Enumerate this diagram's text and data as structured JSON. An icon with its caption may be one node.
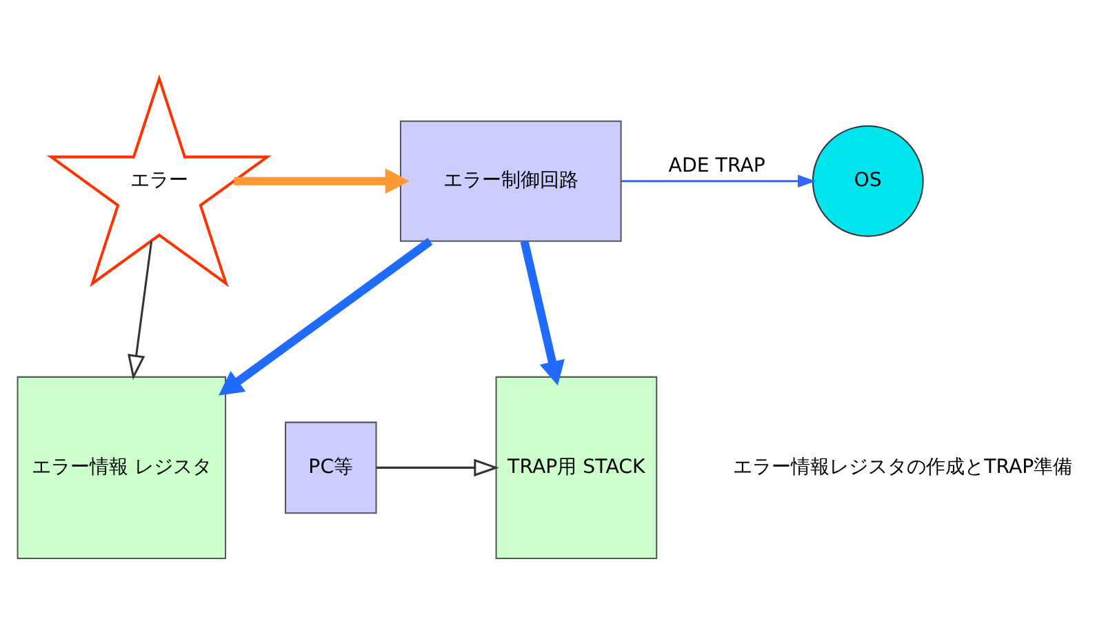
{
  "diagram": {
    "nodes": [
      {
        "text": [
          "エラー"
        ]
      },
      {
        "text": [
          "エラー制御回路"
        ]
      },
      {
        "text": [
          "OS"
        ]
      },
      {
        "text": [
          "エラー情報 レジスタ"
        ]
      },
      {
        "text": [
          "PC等"
        ]
      },
      {
        "text": [
          "TRAP用 STACK"
        ]
      }
    ],
    "edges": [
      {
        "from": 0,
        "to": 1,
        "arrow": "to",
        "style": "thick",
        "color": "#ff9933"
      },
      {
        "from": 1,
        "to": 2,
        "arrow": "to",
        "label": "ADE TRAP",
        "color": "#3366ff"
      },
      {
        "from": 0,
        "to": 3,
        "arrow": "to",
        "color": "#333333"
      },
      {
        "from": 1,
        "to": 3,
        "arrow": "to",
        "style": "thick",
        "color": "#1f6bff"
      },
      {
        "from": 1,
        "to": 5,
        "arrow": "to",
        "style": "thick",
        "color": "#1f6bff"
      },
      {
        "from": 4,
        "to": 5,
        "arrow": "to",
        "color": "#333333"
      }
    ],
    "labels": [
      "エラー情報レジスタの作成とTRAP準備"
    ]
  }
}
